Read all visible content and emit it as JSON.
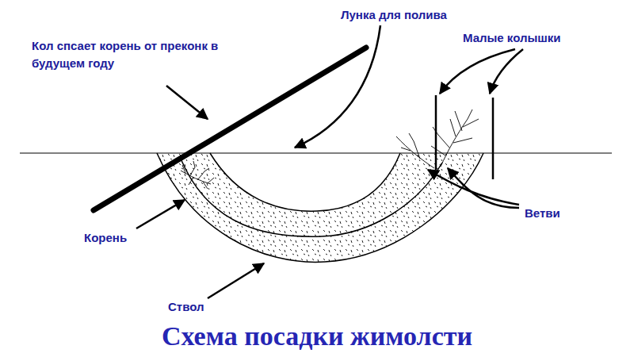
{
  "diagram": {
    "title": "Схема посадки жимолсти",
    "labels": [
      "Лунка для полива",
      "Малые колышки",
      "Кол спсает корень от преконк в будущем году",
      "Корень",
      "Ствол",
      "Ветви"
    ]
  }
}
